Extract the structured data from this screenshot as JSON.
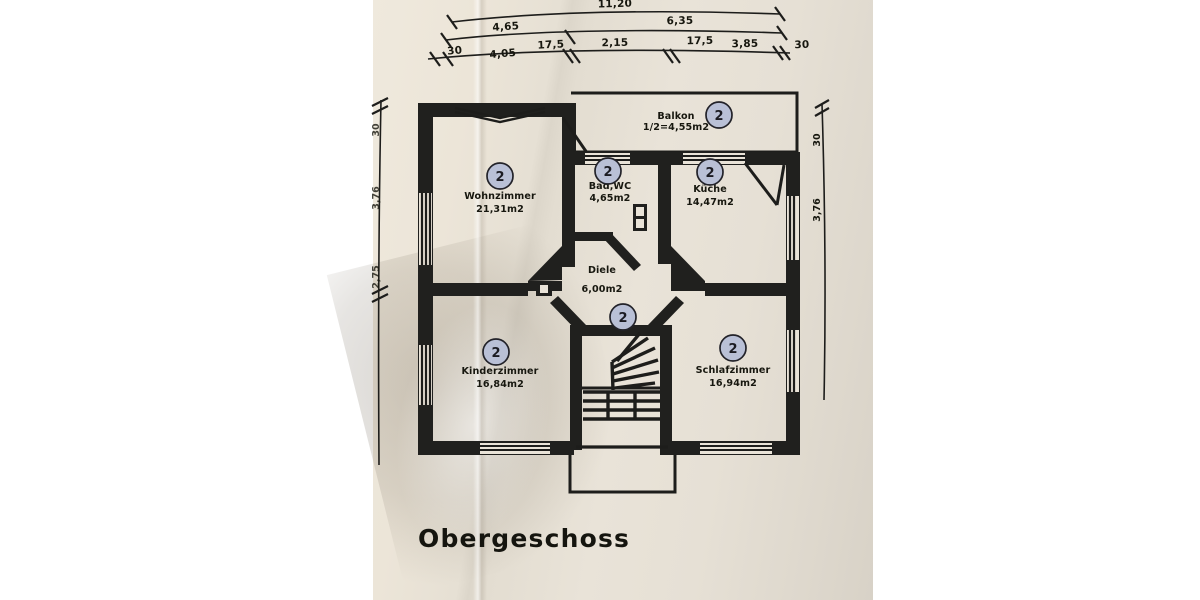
{
  "document": {
    "type": "architectural-floor-plan",
    "title": "Obergeschoss",
    "unit_note": "m2"
  },
  "rooms": [
    {
      "id": "balkon",
      "name": "Balkon",
      "area": "1/2=4,55m2",
      "marker": "2"
    },
    {
      "id": "wohnzimmer",
      "name": "Wohnzimmer",
      "area": "21,31m2",
      "marker": "2"
    },
    {
      "id": "bad_wc",
      "name": "Bad,WC",
      "area": "4,65m2",
      "marker": "2"
    },
    {
      "id": "kueche",
      "name": "Küche",
      "area": "14,47m2",
      "marker": "2"
    },
    {
      "id": "diele",
      "name": "Diele",
      "area": "6,00m2",
      "marker": "2"
    },
    {
      "id": "kinderzimmer",
      "name": "Kinderzimmer",
      "area": "16,84m2",
      "marker": "2"
    },
    {
      "id": "schlafzimmer",
      "name": "Schlafzimmer",
      "area": "16,94m2",
      "marker": "2"
    }
  ],
  "dimensions": {
    "top_overall": "11,20",
    "row2": [
      {
        "label": "4,65"
      },
      {
        "label": "6,35"
      }
    ],
    "row3": [
      {
        "label": "30"
      },
      {
        "label": "4,05"
      },
      {
        "label": "17,5"
      },
      {
        "label": "2,15"
      },
      {
        "label": "17,5"
      },
      {
        "label": "3,85"
      },
      {
        "label": "30"
      }
    ],
    "right_chain": [
      {
        "label": "30"
      },
      {
        "label": "3,76"
      }
    ],
    "left_chain": [
      {
        "label": "30"
      },
      {
        "label": "3,76"
      },
      {
        "label": "2,75"
      }
    ]
  },
  "colors": {
    "wall": "#20201e",
    "paper": "#e9e3d8",
    "marker_fill": "#b9c0d6",
    "ink": "#17170f"
  }
}
